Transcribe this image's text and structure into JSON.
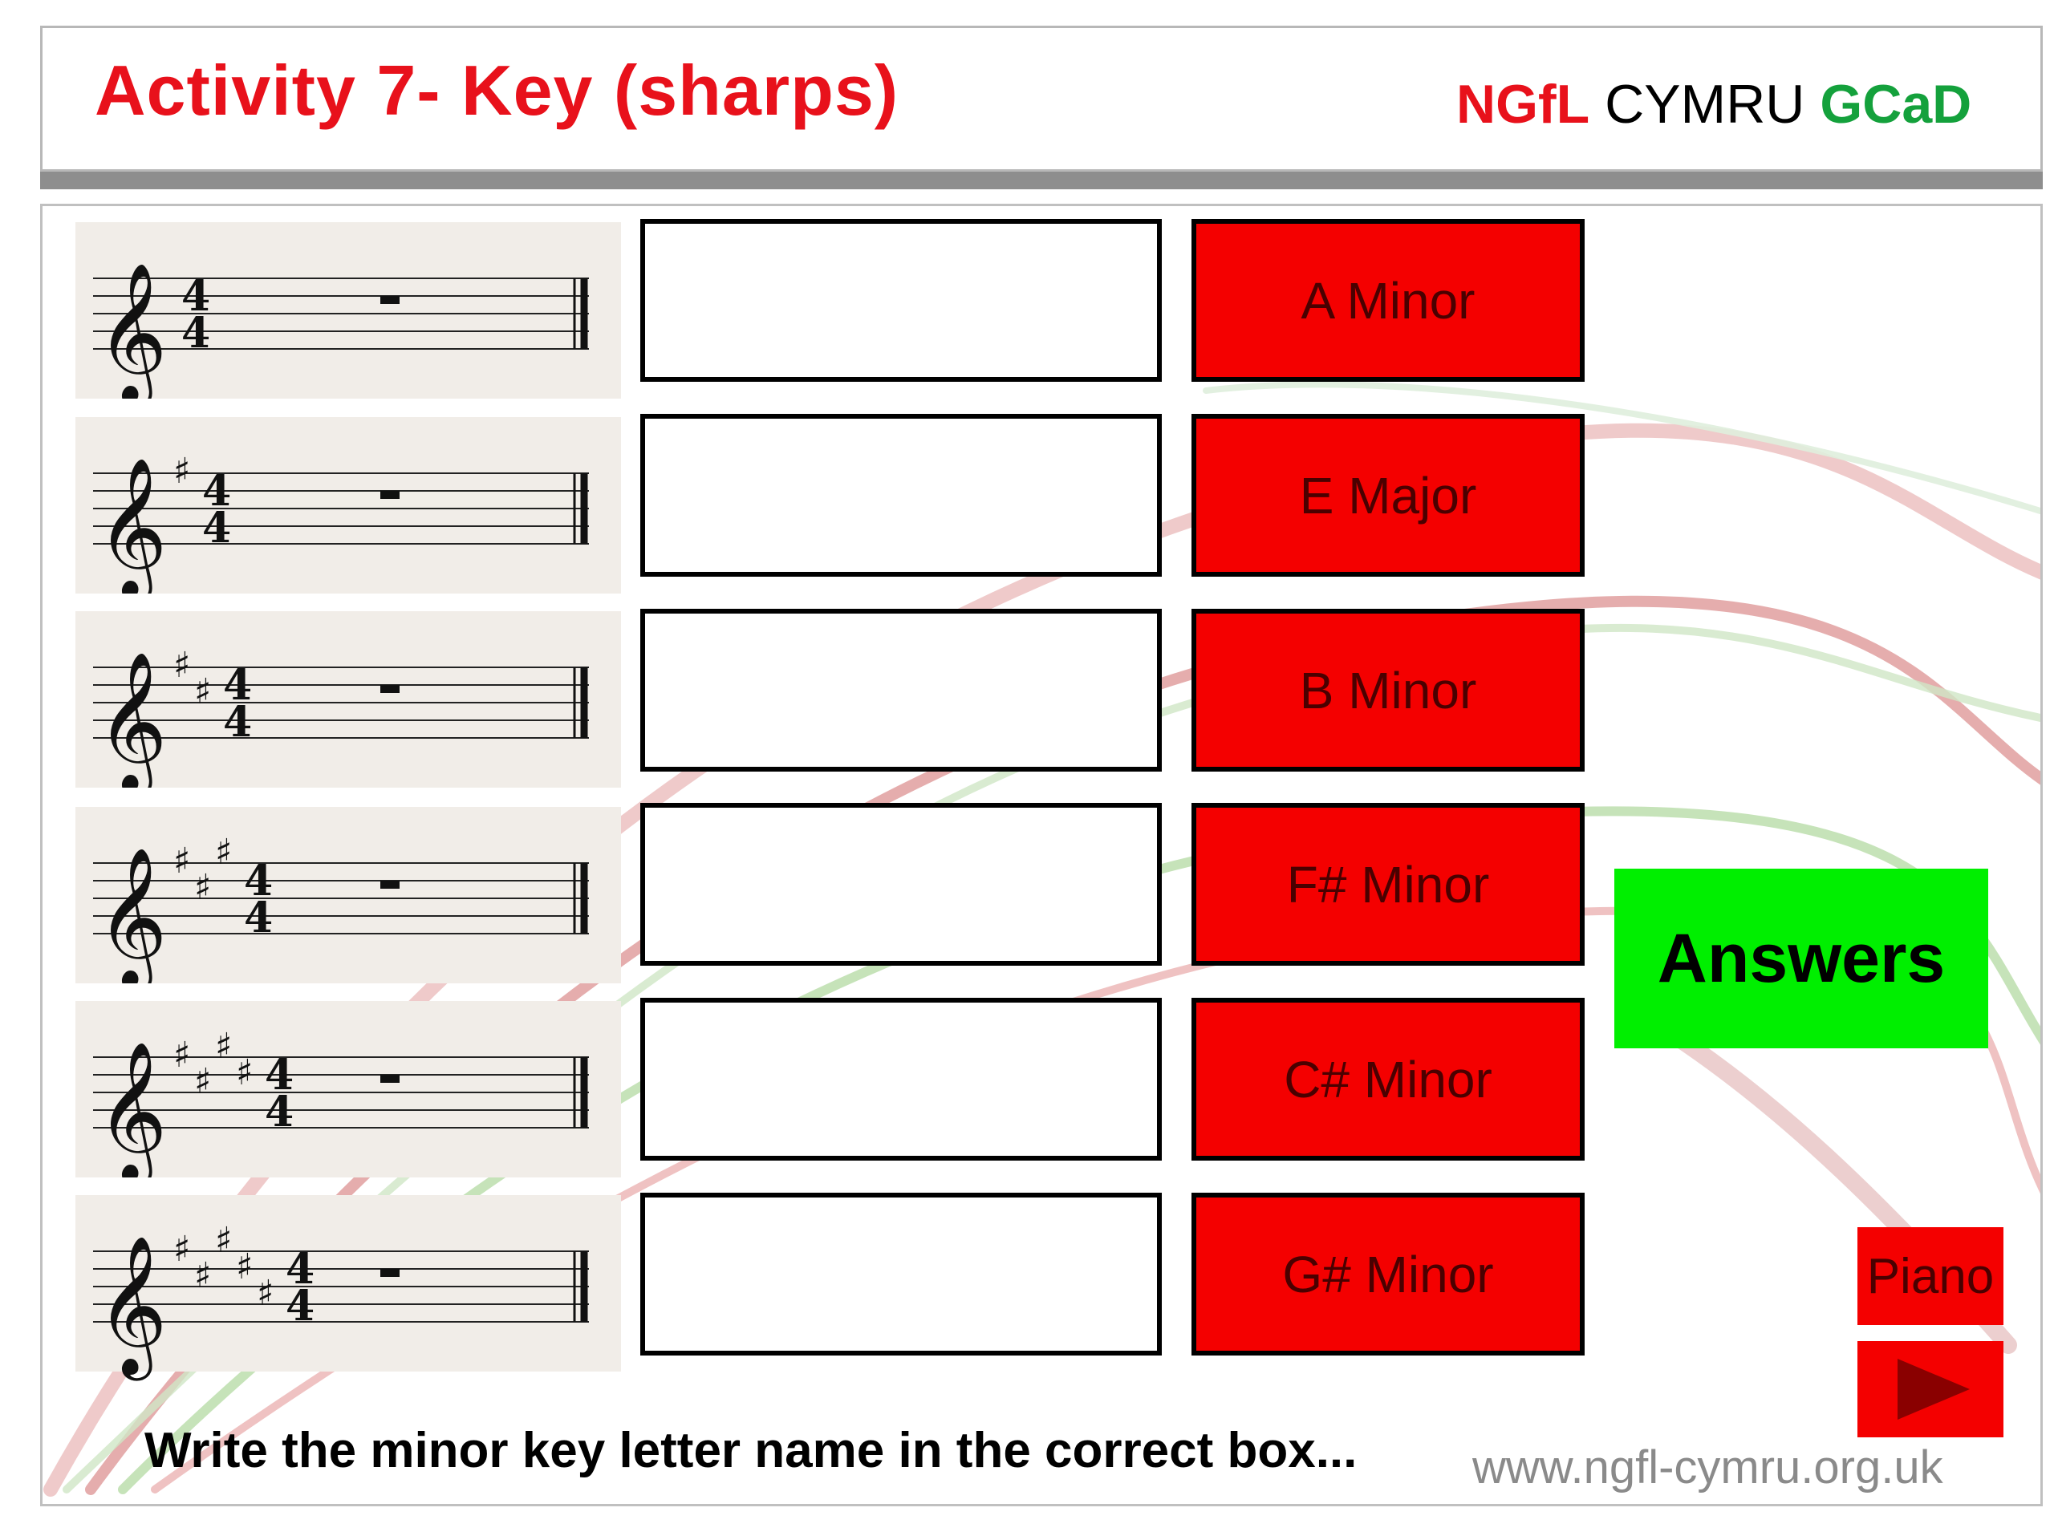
{
  "header": {
    "title": "Activity 7- Key (sharps)",
    "logo": {
      "part1": "NGfL",
      "part2": "CYMRU",
      "part3": "GCaD"
    }
  },
  "staves": [
    {
      "sharps": 0
    },
    {
      "sharps": 1
    },
    {
      "sharps": 2
    },
    {
      "sharps": 3
    },
    {
      "sharps": 4
    },
    {
      "sharps": 5
    }
  ],
  "answer_boxes": [
    "",
    "",
    "",
    "",
    "",
    ""
  ],
  "keys": [
    "A Minor",
    "E Major",
    "B Minor",
    "F# Minor",
    "C# Minor",
    "G# Minor"
  ],
  "answers_label": "Answers",
  "piano_label": "Piano",
  "play_icon": "play-icon",
  "instruction": "Write the minor key letter name in the correct box...",
  "url": "www.ngfl-cymru.org.uk",
  "colors": {
    "accent_red": "#f40000",
    "green": "#00ef00",
    "title_red": "#e8111b",
    "logo_green": "#14a13c"
  }
}
